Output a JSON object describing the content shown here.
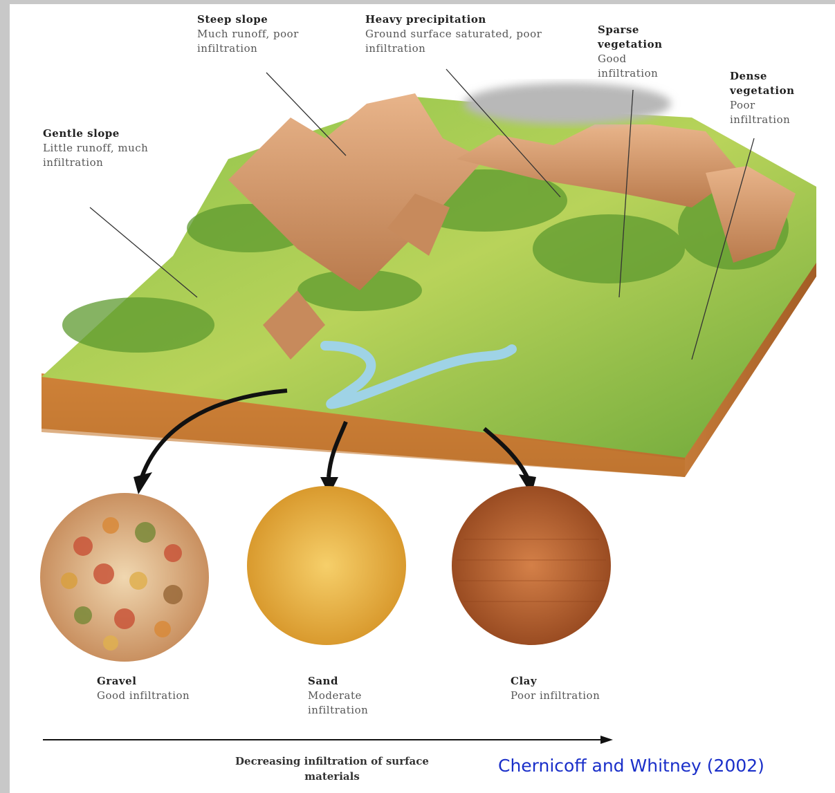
{
  "labels": {
    "steep_slope": {
      "title": "Steep slope",
      "desc": "Much runoff, poor infiltration"
    },
    "heavy_precip": {
      "title": "Heavy precipitation",
      "desc": "Ground surface saturated, poor infiltration"
    },
    "sparse_veg": {
      "title": "Sparse vegetation",
      "desc": "Good infiltration"
    },
    "dense_veg": {
      "title": "Dense vegetation",
      "desc": "Poor infiltration"
    },
    "gentle_slope": {
      "title": "Gentle slope",
      "desc": "Little runoff, much infiltration"
    }
  },
  "samples": [
    {
      "title": "Gravel",
      "desc": "Good infiltration"
    },
    {
      "title": "Sand",
      "desc": "Moderate infiltration"
    },
    {
      "title": "Clay",
      "desc": "Poor infiltration"
    }
  ],
  "axis_caption": "Decreasing infiltration of surface materials",
  "credit": "Chernicoff and Whitney (2002)",
  "colors": {
    "border": "#c8c8c8",
    "credit_text": "#1a2fc9",
    "soil": "#c8792e",
    "vegetation": "#6fae3b",
    "mountain": "#c98b5e",
    "river": "#9fd3e6",
    "gravel": "#d9a066",
    "sand": "#e8b54a",
    "clay": "#b8642f"
  }
}
